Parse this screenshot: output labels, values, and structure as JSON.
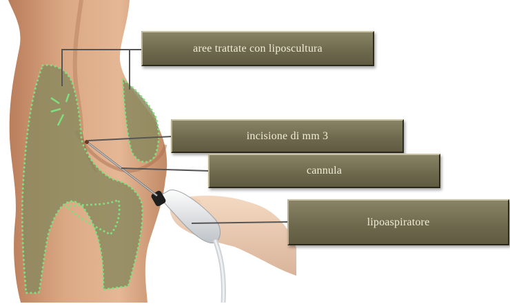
{
  "labels": {
    "treated_areas": "aree trattate con liposcultura",
    "incision": "incisione di mm 3",
    "cannula": "cannula",
    "aspirator": "lipoaspiratore"
  },
  "colors": {
    "label_fill": "#6f6a4e",
    "label_text": "#f1ecd8",
    "skin": "#d9a47f",
    "dotted_outline": "#7ee07e",
    "treated_fill": "#8c8a5f"
  }
}
